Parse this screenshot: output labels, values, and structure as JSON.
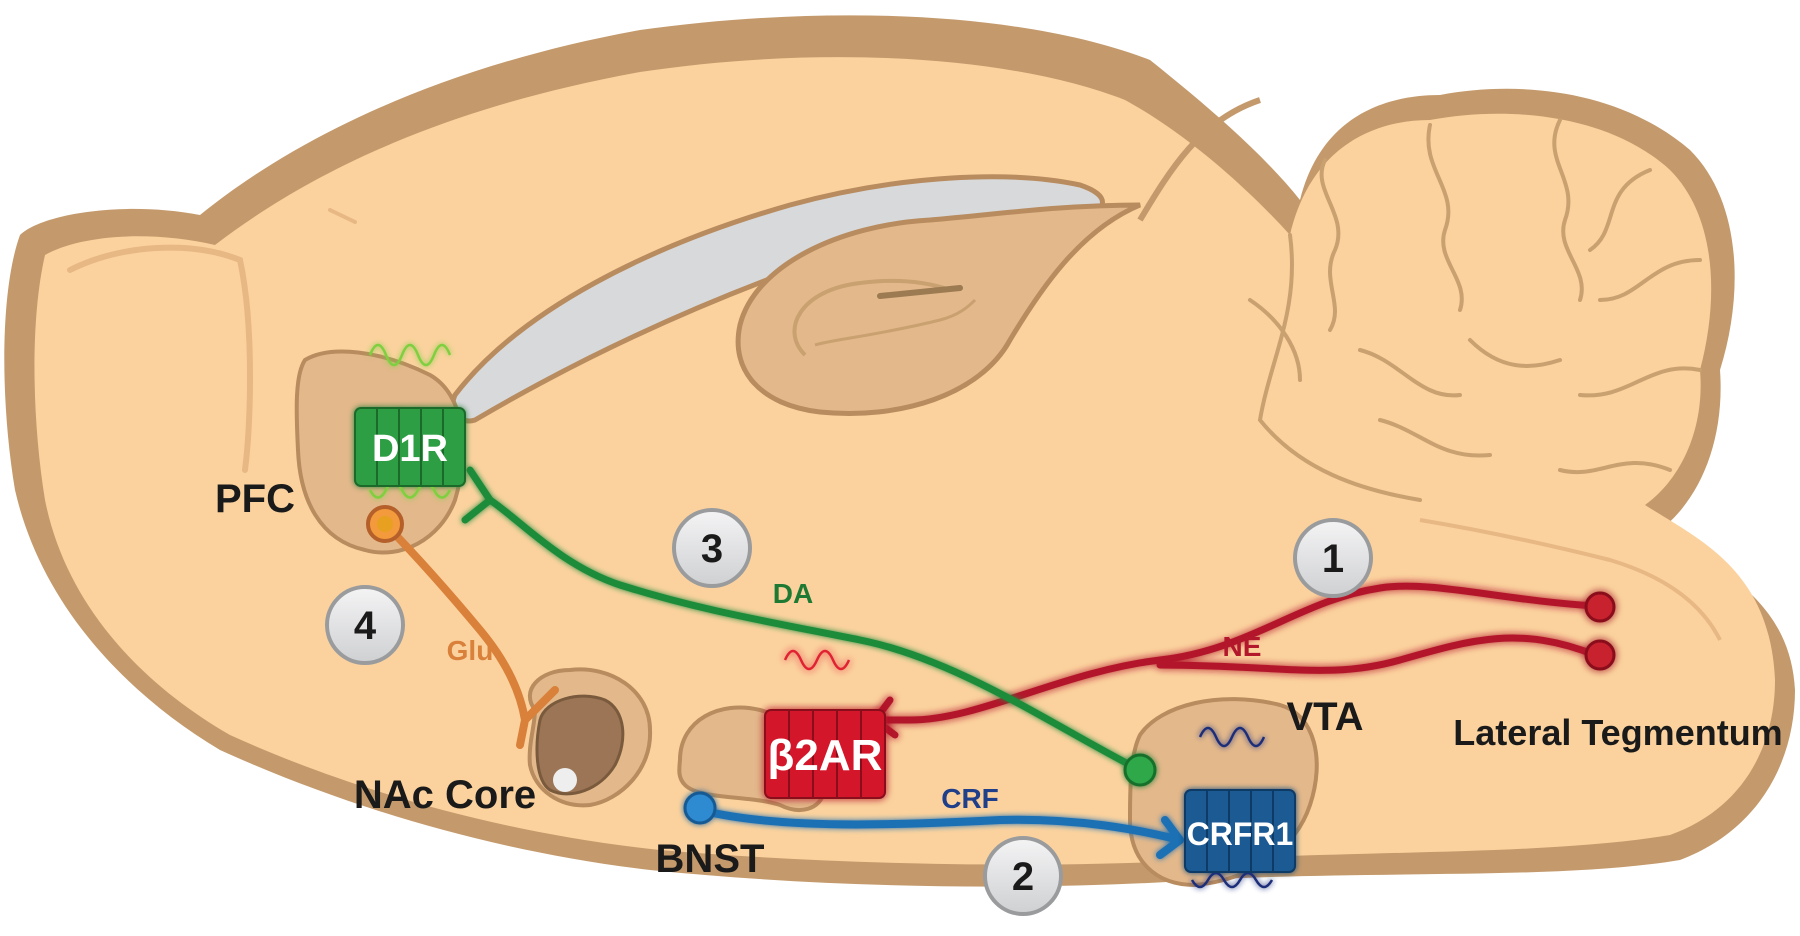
{
  "regions": {
    "pfc": "PFC",
    "nac_core": "NAc Core",
    "bnst": "BNST",
    "vta": "VTA",
    "lateral_tegmentum": "Lateral Tegmentum"
  },
  "receptors": {
    "d1r": "D1R",
    "b2ar": "β2AR",
    "crfr1": "CRFR1"
  },
  "transmitters": {
    "glu": "Glu",
    "da": "DA",
    "ne": "NE",
    "crf": "CRF"
  },
  "steps": [
    "1",
    "2",
    "3",
    "4"
  ],
  "colors": {
    "brain_fill": "#fbd29e",
    "brain_shadow": "#c49a6c",
    "brain_outline": "#b88c5e",
    "ventricle": "#d8d9db",
    "nucleus_fill": "#e3b88b",
    "dopamine_pathway": "#1e8c3a",
    "norepinephrine_pathway": "#b3172c",
    "crf_pathway": "#1f6fb4",
    "glutamate_pathway": "#d9803a",
    "d1r_receptor": "#2f9e44",
    "b2ar_receptor": "#d4192a",
    "crfr1_receptor": "#1a5a94",
    "step_circle": "#e6e7e8"
  }
}
